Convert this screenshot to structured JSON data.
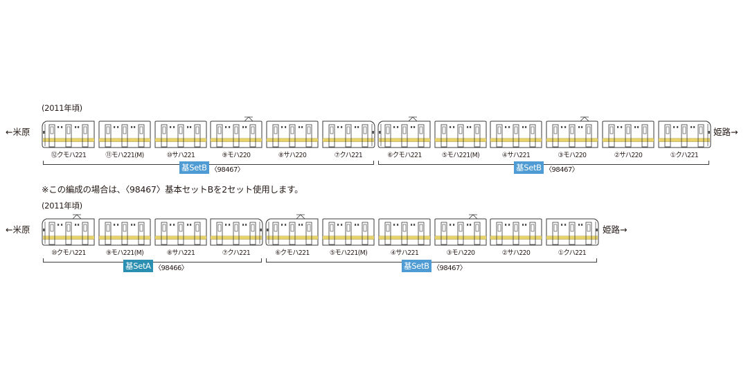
{
  "colors": {
    "stripe_yellow": "#e8d36a",
    "stripe_line": "#b9a64a",
    "outline": "#3a3a3a",
    "badge_b": "#4f9bd4",
    "badge_a": "#2a8fb0"
  },
  "formation1": {
    "era": "(2011年頃)",
    "left_dir": "←米原",
    "right_dir": "姫路→",
    "cars": [
      {
        "label": "⑫クモハ221",
        "type": "cab-left",
        "pantograph": false
      },
      {
        "label": "⑪モハ221(M)",
        "type": "mid",
        "pantograph": false
      },
      {
        "label": "⑩サハ221",
        "type": "mid",
        "pantograph": false
      },
      {
        "label": "⑨モハ220",
        "type": "mid",
        "pantograph": true
      },
      {
        "label": "⑧サハ220",
        "type": "mid",
        "pantograph": false
      },
      {
        "label": "⑦クハ221",
        "type": "cab-right",
        "pantograph": false
      },
      {
        "label": "⑥クモハ221",
        "type": "cab-left",
        "pantograph": true
      },
      {
        "label": "⑤モハ221(M)",
        "type": "mid",
        "pantograph": false
      },
      {
        "label": "④サハ221",
        "type": "mid",
        "pantograph": false
      },
      {
        "label": "③モハ220",
        "type": "mid",
        "pantograph": true
      },
      {
        "label": "②サハ220",
        "type": "mid",
        "pantograph": false
      },
      {
        "label": "①クハ221",
        "type": "cab-right",
        "pantograph": false
      }
    ],
    "sets": [
      {
        "badge": "基SetB",
        "code": "〈98467〉",
        "style": "b"
      },
      {
        "badge": "基SetB",
        "code": "〈98467〉",
        "style": "b"
      }
    ]
  },
  "note": "※この編成の場合は、〈98467〉基本セットBを2セット使用します。",
  "formation2": {
    "era": "(2011年頃)",
    "left_dir": "←米原",
    "right_dir": "姫路→",
    "cars": [
      {
        "label": "⑩クモハ221",
        "type": "cab-left",
        "pantograph": true
      },
      {
        "label": "⑨モハ221(M)",
        "type": "mid",
        "pantograph": false
      },
      {
        "label": "⑧サハ221",
        "type": "mid",
        "pantograph": false
      },
      {
        "label": "⑦クハ221",
        "type": "cab-right",
        "pantograph": false
      },
      {
        "label": "⑥クモハ221",
        "type": "cab-left",
        "pantograph": true
      },
      {
        "label": "⑤モハ221(M)",
        "type": "mid",
        "pantograph": false
      },
      {
        "label": "④サハ221",
        "type": "mid",
        "pantograph": false
      },
      {
        "label": "③モハ220",
        "type": "mid",
        "pantograph": true
      },
      {
        "label": "②サハ220",
        "type": "mid",
        "pantograph": false
      },
      {
        "label": "①クハ221",
        "type": "cab-right",
        "pantograph": false
      }
    ],
    "sets": [
      {
        "badge": "基SetA",
        "code": "〈98466〉",
        "style": "a"
      },
      {
        "badge": "基SetB",
        "code": "〈98467〉",
        "style": "b"
      }
    ]
  }
}
